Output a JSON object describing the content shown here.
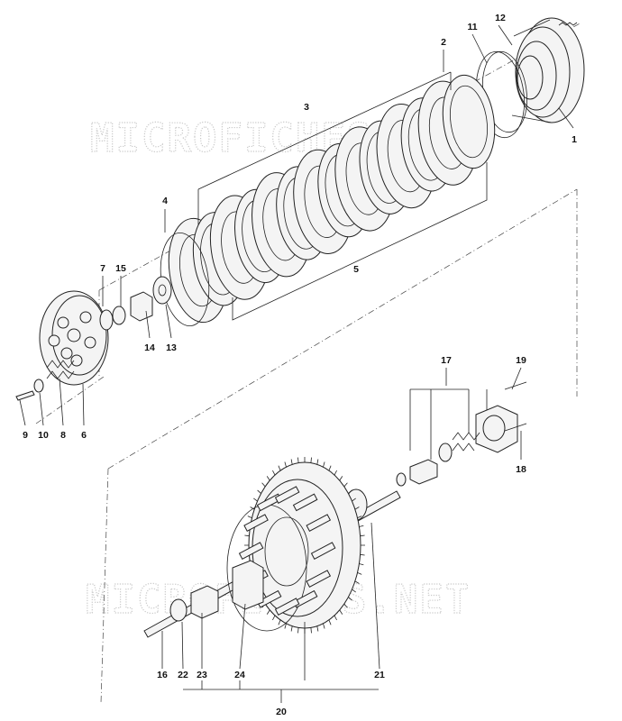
{
  "watermark_top": "MICROFICHES.NET",
  "watermark_bottom": "MICROFICHES.NET",
  "callouts": [
    "1",
    "2",
    "3",
    "4",
    "5",
    "6",
    "7",
    "8",
    "9",
    "10",
    "11",
    "12",
    "13",
    "14",
    "15",
    "16",
    "17",
    "18",
    "19",
    "20",
    "21",
    "22",
    "23",
    "24"
  ]
}
